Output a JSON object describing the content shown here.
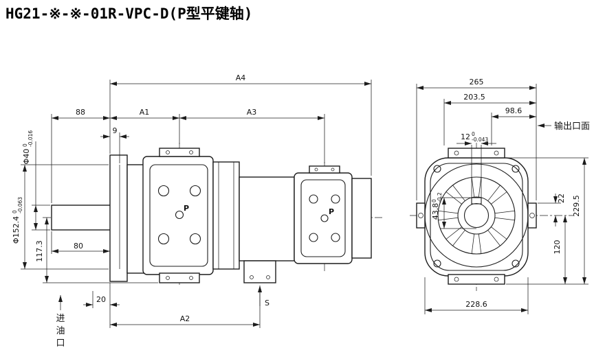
{
  "title": "HG21-※-※-01R-VPC-D(P型平键轴)",
  "left_view": {
    "dims": {
      "a4": "A4",
      "w88": "88",
      "a1": "A1",
      "a3": "A3",
      "n9": "9",
      "phi40": "Φ40",
      "phi40_sup": "0",
      "phi40_sub": "-0.016",
      "phi152": "Φ152.4",
      "phi152_sup": "0",
      "phi152_sub": "-0.063",
      "h117": "117.3",
      "w80": "80",
      "w20": "20",
      "a2": "A2"
    },
    "labels": {
      "s_port": "S",
      "p_front": "P",
      "p_rear": "P",
      "inlet": [
        "进",
        "油",
        "口"
      ]
    }
  },
  "right_view": {
    "dims": {
      "w265": "265",
      "w203": "203.5",
      "w98": "98.6",
      "k12": "12",
      "k12_sup": "0",
      "k12_sub": "-0.043",
      "k43": "43.8",
      "k43_sup": "0",
      "k43_sub": "-0.2",
      "h22": "22",
      "h229": "229.5",
      "h120": "120",
      "w228": "228.6"
    },
    "labels": {
      "outlet": "输出口面"
    }
  }
}
